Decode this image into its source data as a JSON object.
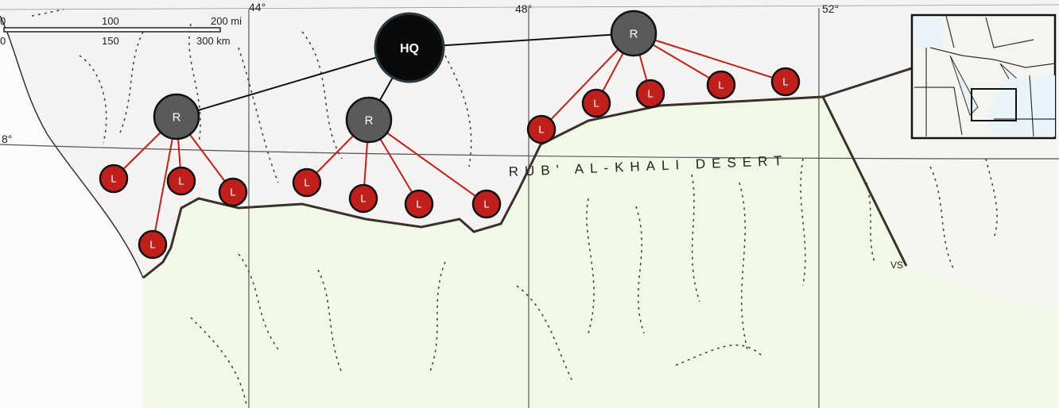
{
  "scale_bar": {
    "mi_0": "0",
    "mi_100": "100",
    "mi_200": "200 mi",
    "km_0": "0",
    "km_150": "150",
    "km_300": "300 km"
  },
  "graticule": {
    "lon_44": "44°",
    "lon_48": "48°",
    "lon_52": "52°",
    "lat_label": "8°"
  },
  "region_label": "RUB' AL-KHALI DESERT",
  "coast_mark": "VS",
  "nodes": {
    "hq": "HQ",
    "regional": "R",
    "local": "L"
  },
  "colors": {
    "hq": "#0a0a0a",
    "regional": "#5a5a5a",
    "local": "#c0201c",
    "link_hq": "#111111",
    "link_local": "#c0201c",
    "land": "#f2f8e6",
    "desert": "#f4f3f1"
  }
}
